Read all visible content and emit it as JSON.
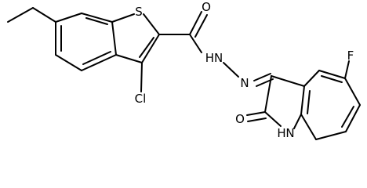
{
  "molecule": {
    "atoms": {
      "sulfur": "S",
      "carbonyl_oxygen": "O",
      "hydrazide_nh": "HN",
      "azine_n": "N",
      "chlorine": "Cl",
      "fluorine": "F",
      "lactam_oxygen": "O",
      "indole_nh_h": "H",
      "indole_nh_n": "N"
    }
  },
  "colors": {
    "bond": "#000000",
    "text": "#000000",
    "background": "#ffffff"
  }
}
